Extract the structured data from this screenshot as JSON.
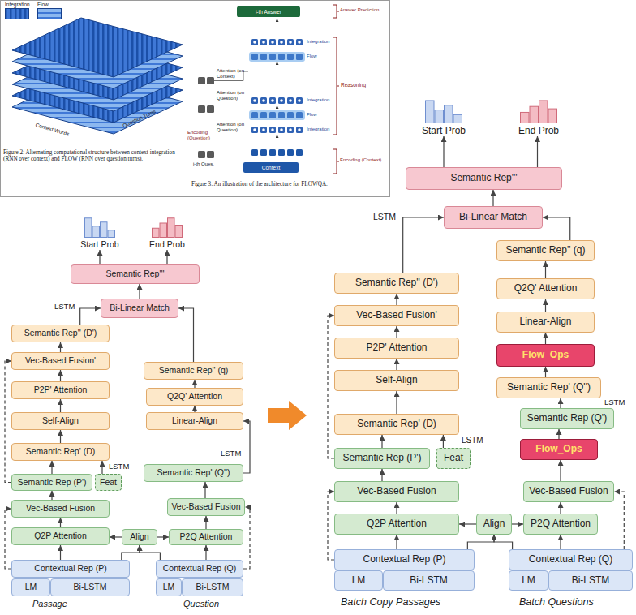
{
  "diagram": {
    "nodes": [
      {
        "text": [
          "i-th Answer"
        ]
      },
      {
        "text": [
          "Context"
        ]
      },
      {
        "text": [
          "Start Prob"
        ]
      },
      {
        "text": [
          "End Prob"
        ]
      },
      {
        "text": [
          "Semantic Rep'''"
        ]
      },
      {
        "text": [
          "Bi-Linear Match"
        ]
      },
      {
        "text": [
          "Semantic Rep'' (D')"
        ]
      },
      {
        "text": [
          "Semantic Rep'' (q)"
        ]
      },
      {
        "text": [
          "Vec-Based Fusion'"
        ]
      },
      {
        "text": [
          "Q2Q' Attention"
        ]
      },
      {
        "text": [
          "P2P' Attention"
        ]
      },
      {
        "text": [
          "Linear-Align"
        ]
      },
      {
        "text": [
          "Self-Align"
        ]
      },
      {
        "text": [
          "Semantic Rep' (D)"
        ]
      },
      {
        "text": [
          "Semantic Rep' (Q'')"
        ]
      },
      {
        "text": [
          "Semantic Rep (P')"
        ]
      },
      {
        "text": [
          "Feat"
        ]
      },
      {
        "text": [
          "Vec-Based Fusion"
        ]
      },
      {
        "text": [
          "Vec-Based Fusion"
        ]
      },
      {
        "text": [
          "Q2P Attention"
        ]
      },
      {
        "text": [
          "Align"
        ]
      },
      {
        "text": [
          "P2Q Attention"
        ]
      },
      {
        "text": [
          "Contextual Rep (P)"
        ]
      },
      {
        "text": [
          "Contextual Rep (Q)"
        ]
      },
      {
        "text": [
          "LM"
        ]
      },
      {
        "text": [
          "Bi-LSTM"
        ]
      },
      {
        "text": [
          "LM"
        ]
      },
      {
        "text": [
          "Bi-LSTM"
        ]
      },
      {
        "text": [
          "Start Prob"
        ]
      },
      {
        "text": [
          "End Prob"
        ]
      },
      {
        "text": [
          "Semantic Rep'''"
        ]
      },
      {
        "text": [
          "Bi-Linear Match"
        ]
      },
      {
        "text": [
          "Semantic Rep'' (q)"
        ]
      },
      {
        "text": [
          "Semantic Rep'' (D')"
        ]
      },
      {
        "text": [
          "Q2Q' Attention"
        ]
      },
      {
        "text": [
          "Vec-Based Fusion'"
        ]
      },
      {
        "text": [
          "Linear-Align"
        ]
      },
      {
        "text": [
          "P2P' Attention"
        ]
      },
      {
        "text": [
          "Flow_Ops"
        ]
      },
      {
        "text": [
          "Self-Align"
        ]
      },
      {
        "text": [
          "Semantic Rep' (Q'')"
        ]
      },
      {
        "text": [
          "Semantic Rep (Q')"
        ]
      },
      {
        "text": [
          "Semantic Rep' (D)"
        ]
      },
      {
        "text": [
          "Flow_Ops"
        ]
      },
      {
        "text": [
          "Semantic Rep (P')"
        ]
      },
      {
        "text": [
          "Feat"
        ]
      },
      {
        "text": [
          "Vec-Based Fusion"
        ]
      },
      {
        "text": [
          "Vec-Based Fusion"
        ]
      },
      {
        "text": [
          "Q2P Attention"
        ]
      },
      {
        "text": [
          "Align"
        ]
      },
      {
        "text": [
          "P2Q Attention"
        ]
      },
      {
        "text": [
          "Contextual Rep (P)"
        ]
      },
      {
        "text": [
          "Contextual Rep (Q)"
        ]
      },
      {
        "text": [
          "LM"
        ]
      },
      {
        "text": [
          "Bi-LSTM"
        ]
      },
      {
        "text": [
          "LM"
        ]
      },
      {
        "text": [
          "Bi-LSTM"
        ]
      }
    ],
    "edges": [
      {
        "from": 5,
        "to": 4,
        "arrow": "to"
      },
      {
        "from": 4,
        "to": 2,
        "arrow": "to"
      },
      {
        "from": 4,
        "to": 3,
        "arrow": "to"
      },
      {
        "from": 6,
        "to": 5,
        "arrow": "to"
      },
      {
        "from": 7,
        "to": 5,
        "arrow": "to"
      },
      {
        "from": 8,
        "to": 6,
        "arrow": "to"
      },
      {
        "from": 10,
        "to": 8,
        "arrow": "to"
      },
      {
        "from": 12,
        "to": 10,
        "arrow": "to"
      },
      {
        "from": 13,
        "to": 12,
        "arrow": "to"
      },
      {
        "from": 15,
        "to": 13,
        "arrow": "to"
      },
      {
        "from": 16,
        "to": 13,
        "arrow": "to"
      },
      {
        "from": 18,
        "to": 15,
        "arrow": "to"
      },
      {
        "from": 19,
        "to": 18,
        "arrow": "to"
      },
      {
        "from": 22,
        "to": 19,
        "arrow": "to"
      },
      {
        "from": 20,
        "to": 19,
        "arrow": "to"
      },
      {
        "from": 20,
        "to": 21,
        "arrow": "to"
      },
      {
        "from": 22,
        "to": 20,
        "arrow": "to"
      },
      {
        "from": 23,
        "to": 20,
        "arrow": "to"
      },
      {
        "from": 23,
        "to": 21,
        "arrow": "to"
      },
      {
        "from": 21,
        "to": 17,
        "arrow": "to"
      },
      {
        "from": 17,
        "to": 14,
        "arrow": "to"
      },
      {
        "from": 14,
        "to": 11,
        "arrow": "to"
      },
      {
        "from": 11,
        "to": 9,
        "arrow": "to"
      },
      {
        "from": 9,
        "to": 7,
        "arrow": "to"
      },
      {
        "from": 22,
        "to": 18,
        "arrow": "to"
      },
      {
        "from": 15,
        "to": 8,
        "arrow": "to"
      },
      {
        "from": 23,
        "to": 17,
        "arrow": "to"
      },
      {
        "from": 31,
        "to": 30,
        "arrow": "to"
      },
      {
        "from": 30,
        "to": 28,
        "arrow": "to"
      },
      {
        "from": 30,
        "to": 29,
        "arrow": "to"
      },
      {
        "from": 33,
        "to": 31,
        "arrow": "to"
      },
      {
        "from": 32,
        "to": 31,
        "arrow": "to"
      },
      {
        "from": 35,
        "to": 33,
        "arrow": "to"
      },
      {
        "from": 37,
        "to": 35,
        "arrow": "to"
      },
      {
        "from": 39,
        "to": 37,
        "arrow": "to"
      },
      {
        "from": 42,
        "to": 39,
        "arrow": "to"
      },
      {
        "from": 44,
        "to": 42,
        "arrow": "to"
      },
      {
        "from": 45,
        "to": 42,
        "arrow": "to"
      },
      {
        "from": 46,
        "to": 44,
        "arrow": "to"
      },
      {
        "from": 48,
        "to": 46,
        "arrow": "to"
      },
      {
        "from": 51,
        "to": 48,
        "arrow": "to"
      },
      {
        "from": 49,
        "to": 48,
        "arrow": "to"
      },
      {
        "from": 49,
        "to": 50,
        "arrow": "to"
      },
      {
        "from": 51,
        "to": 49,
        "arrow": "to"
      },
      {
        "from": 52,
        "to": 49,
        "arrow": "to"
      },
      {
        "from": 52,
        "to": 50,
        "arrow": "to"
      },
      {
        "from": 50,
        "to": 47,
        "arrow": "to"
      },
      {
        "from": 47,
        "to": 43,
        "arrow": "to"
      },
      {
        "from": 43,
        "to": 41,
        "arrow": "to"
      },
      {
        "from": 41,
        "to": 40,
        "arrow": "to"
      },
      {
        "from": 40,
        "to": 38,
        "arrow": "to"
      },
      {
        "from": 38,
        "to": 36,
        "arrow": "to"
      },
      {
        "from": 36,
        "to": 34,
        "arrow": "to"
      },
      {
        "from": 34,
        "to": 32,
        "arrow": "to"
      },
      {
        "from": 51,
        "to": 46,
        "arrow": "to"
      },
      {
        "from": 44,
        "to": 35,
        "arrow": "to"
      },
      {
        "from": 52,
        "to": 47,
        "arrow": "to"
      }
    ],
    "labels": [
      "Context Words",
      "Question Turns",
      "Figure 2: Alternating computational structure between context integration (RNN over context) and FLOW (RNN over question turns).",
      "Answer Prediction",
      "Reasoning",
      "Encoding (Question)",
      "Encoding (Context)",
      "Integration",
      "Flow",
      "Integration",
      "Flow",
      "Integration",
      "Attention (on Context)",
      "Attention (on Question)",
      "Attention (on Question)",
      "i-th Ques.",
      "Figure 3: An illustration of the architecture for FLOWQA.",
      "LSTM",
      "LSTM",
      "LSTM",
      "Passage",
      "Question",
      "LSTM",
      "LSTM",
      "LSTM",
      "Batch Copy Passages",
      "Batch Questions"
    ],
    "legend": [
      {
        "text": "Integration"
      },
      {
        "text": "Flow"
      }
    ]
  }
}
